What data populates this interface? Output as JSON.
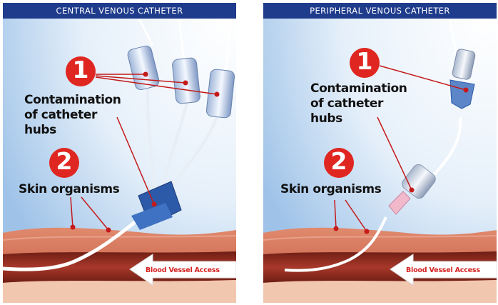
{
  "panels": [
    {
      "title": "CENTRAL VENOUS CATHETER",
      "marker1": "1",
      "contamination_label": "Contamination of catheter hubs",
      "marker2": "2",
      "skin_label": "Skin organisms",
      "access_label": "Blood Vessel Access"
    },
    {
      "title": "PERIPHERAL VENOUS CATHETER",
      "marker1": "1",
      "contamination_label": "Contamination of catheter hubs",
      "marker2": "2",
      "skin_label": "Skin organisms",
      "access_label": "Blood Vessel Access"
    }
  ],
  "colors": {
    "header": "#1f3c8c",
    "marker": "#e02620",
    "skin": "#c0503a",
    "vessel": "#8a2a1c",
    "hub": "#2c5aa8"
  }
}
